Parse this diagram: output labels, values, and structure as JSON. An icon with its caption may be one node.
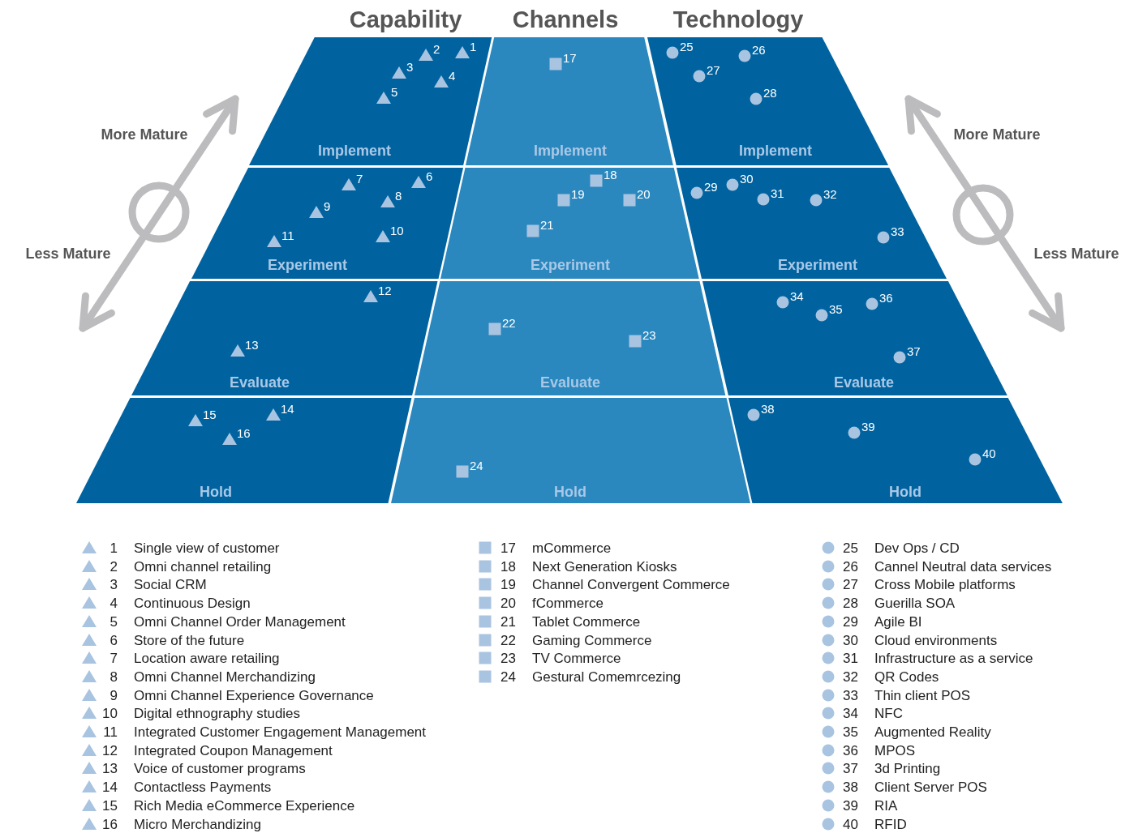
{
  "diagram": {
    "nodes": [
      {
        "text": [
          "Implement"
        ]
      },
      {
        "text": [
          "1"
        ],
        "in": 0
      },
      {
        "text": [
          "2"
        ],
        "in": 0
      },
      {
        "text": [
          "3"
        ],
        "in": 0
      },
      {
        "text": [
          "4"
        ],
        "in": 0
      },
      {
        "text": [
          "5"
        ],
        "in": 0
      },
      {
        "text": [
          "Implement"
        ]
      },
      {
        "text": [
          "17"
        ],
        "in": 6
      },
      {
        "text": [
          "Implement"
        ]
      },
      {
        "text": [
          "25"
        ],
        "in": 8
      },
      {
        "text": [
          "26"
        ],
        "in": 8
      },
      {
        "text": [
          "27"
        ],
        "in": 8
      },
      {
        "text": [
          "28"
        ],
        "in": 8
      },
      {
        "text": [
          "Experiment"
        ]
      },
      {
        "text": [
          "6"
        ],
        "in": 13
      },
      {
        "text": [
          "7"
        ],
        "in": 13
      },
      {
        "text": [
          "8"
        ],
        "in": 13
      },
      {
        "text": [
          "9"
        ],
        "in": 13
      },
      {
        "text": [
          "10"
        ],
        "in": 13
      },
      {
        "text": [
          "11"
        ],
        "in": 13
      },
      {
        "text": [
          "Experiment"
        ]
      },
      {
        "text": [
          "18"
        ],
        "in": 20
      },
      {
        "text": [
          "19"
        ],
        "in": 20
      },
      {
        "text": [
          "20"
        ],
        "in": 20
      },
      {
        "text": [
          "21"
        ],
        "in": 20
      },
      {
        "text": [
          "Experiment"
        ]
      },
      {
        "text": [
          "29"
        ],
        "in": 25
      },
      {
        "text": [
          "30"
        ],
        "in": 25
      },
      {
        "text": [
          "31"
        ],
        "in": 25
      },
      {
        "text": [
          "32"
        ],
        "in": 25
      },
      {
        "text": [
          "33"
        ],
        "in": 25
      },
      {
        "text": [
          "Evaluate"
        ]
      },
      {
        "text": [
          "12"
        ],
        "in": 31
      },
      {
        "text": [
          "13"
        ],
        "in": 31
      },
      {
        "text": [
          "Evaluate"
        ]
      },
      {
        "text": [
          "22"
        ],
        "in": 34
      },
      {
        "text": [
          "23"
        ],
        "in": 34
      },
      {
        "text": [
          "Evaluate"
        ]
      },
      {
        "text": [
          "34"
        ],
        "in": 37
      },
      {
        "text": [
          "35"
        ],
        "in": 37
      },
      {
        "text": [
          "36"
        ],
        "in": 37
      },
      {
        "text": [
          "37"
        ],
        "in": 37
      },
      {
        "text": [
          "Hold"
        ]
      },
      {
        "text": [
          "14"
        ],
        "in": 42
      },
      {
        "text": [
          "15"
        ],
        "in": 42
      },
      {
        "text": [
          "16"
        ],
        "in": 42
      },
      {
        "text": [
          "Hold"
        ]
      },
      {
        "text": [
          "24"
        ],
        "in": 46
      },
      {
        "text": [
          "Hold"
        ]
      },
      {
        "text": [
          "38"
        ],
        "in": 48
      },
      {
        "text": [
          "39"
        ],
        "in": 48
      },
      {
        "text": [
          "40"
        ],
        "in": 48
      }
    ],
    "edges": [],
    "labels": [
      "Capability",
      "Channels",
      "Technology",
      "More Mature",
      "Less Mature",
      "More Mature",
      "Less Mature"
    ],
    "legend": [
      {
        "text": "1 Single view of customer"
      },
      {
        "text": "2 Omni channel retailing"
      },
      {
        "text": "3 Social CRM"
      },
      {
        "text": "4 Continuous Design"
      },
      {
        "text": "5 Omni Channel Order Management"
      },
      {
        "text": "6 Store of the future"
      },
      {
        "text": "7 Location aware retailing"
      },
      {
        "text": "8 Omni Channel Merchandizing"
      },
      {
        "text": "9 Omni Channel Experience Governance"
      },
      {
        "text": "10 Digital ethnography studies"
      },
      {
        "text": "11 Integrated Customer Engagement Management"
      },
      {
        "text": "12 Integrated Coupon Management"
      },
      {
        "text": "13 Voice of customer programs"
      },
      {
        "text": "14 Contactless Payments"
      },
      {
        "text": "15 Rich Media eCommerce Experience"
      },
      {
        "text": "16 Micro Merchandizing"
      },
      {
        "text": "17 mCommerce"
      },
      {
        "text": "18 Next Generation Kiosks"
      },
      {
        "text": "19 Channel Convergent Commerce"
      },
      {
        "text": "20 fCommerce"
      },
      {
        "text": "21 Tablet Commerce"
      },
      {
        "text": "22 Gaming Commerce"
      },
      {
        "text": "23 TV Commerce"
      },
      {
        "text": "24 Gestural Comemrcezing"
      },
      {
        "text": "25 Dev Ops / CD"
      },
      {
        "text": "26 Cannel Neutral data services"
      },
      {
        "text": "27 Cross Mobile platforms"
      },
      {
        "text": "28 Guerilla SOA"
      },
      {
        "text": "29 Agile BI"
      },
      {
        "text": "30 Cloud environments"
      },
      {
        "text": "31 Infrastructure as a service"
      },
      {
        "text": "32 QR Codes"
      },
      {
        "text": "33 Thin client POS"
      },
      {
        "text": "34 NFC"
      },
      {
        "text": "35 Augmented Reality"
      },
      {
        "text": "36 MPOS"
      },
      {
        "text": "37 3d Printing"
      },
      {
        "text": "38 Client Server POS"
      },
      {
        "text": "39 RIA"
      },
      {
        "text": "40 RFID"
      }
    ]
  }
}
